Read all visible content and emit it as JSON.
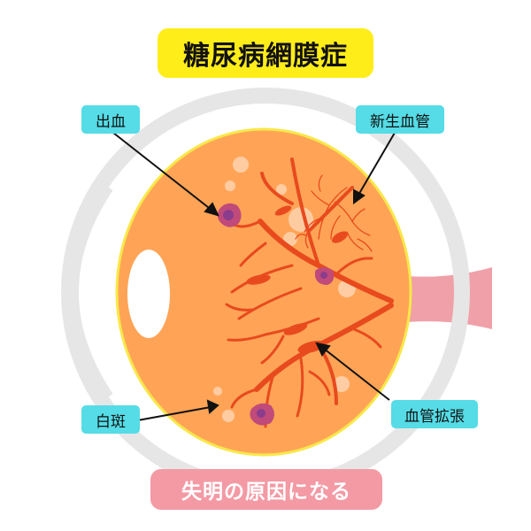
{
  "title": "糖尿病網膜症",
  "labels": {
    "hemorrhage": "出血",
    "neovascularization": "新生血管",
    "white_spots": "白斑",
    "vessel_dilation": "血管拡張"
  },
  "footer": "失明の原因になる",
  "colors": {
    "title_bg": "#ffed1a",
    "label_bg": "#55dce6",
    "footer_bg": "#f39aa5",
    "retina": "#ffa456",
    "retina_rim": "#f7e84a",
    "sclera": "#e6e6e6",
    "vessel": "#e84a1e",
    "hemorrhage": "#8b3c8c",
    "optic_nerve": "#f0a0a8"
  }
}
